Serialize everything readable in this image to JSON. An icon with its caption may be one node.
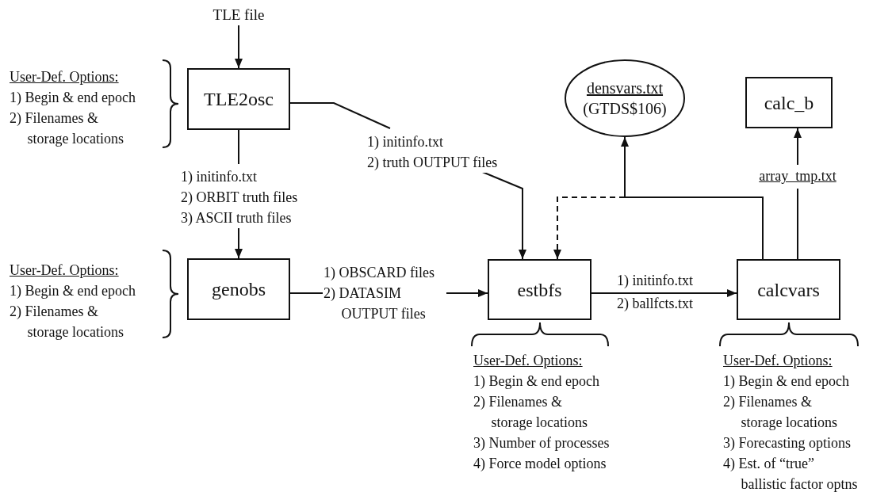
{
  "diagram": {
    "nodes": [
      {
        "text": [
          "TLE file"
        ]
      },
      {
        "text": [
          "TLE2osc"
        ],
        "beside": [
          "User-Def. Options:",
          "1) Begin & end epoch",
          "2) Filenames & storage locations"
        ]
      },
      {
        "text": [
          "genobs"
        ],
        "beside": [
          "User-Def. Options:",
          "1) Begin & end epoch",
          "2) Filenames & storage locations"
        ]
      },
      {
        "text": [
          "estbfs"
        ],
        "beside": [
          "User-Def. Options:",
          "1) Begin & end epoch",
          "2) Filenames & storage locations",
          "3) Number of processes",
          "4) Force model options"
        ]
      },
      {
        "text": [
          "calcvars"
        ],
        "beside": [
          "User-Def. Options:",
          "1) Begin & end epoch",
          "2) Filenames & storage locations",
          "3) Forecasting options",
          "4) Est. of “true” ballistic factor optns"
        ]
      },
      {
        "text": [
          "densvars.txt",
          "(GTDS$106)"
        ]
      },
      {
        "text": [
          "calc_b"
        ]
      }
    ],
    "edges": [
      {
        "from": 0,
        "to": 1,
        "arrow": "to"
      },
      {
        "from": 1,
        "to": 3,
        "arrow": "to",
        "label": "1) initinfo.txt 2) truth OUTPUT files"
      },
      {
        "from": 1,
        "to": 2,
        "arrow": "to",
        "label": "1) initinfo.txt 2) ORBIT truth files 3) ASCII truth files"
      },
      {
        "from": 2,
        "to": 3,
        "arrow": "to",
        "label": "1) OBSCARD files 2) DATASIM OUTPUT files"
      },
      {
        "from": 3,
        "to": 4,
        "arrow": "to",
        "label": "1) initinfo.txt 2) ballfcts.txt"
      },
      {
        "from": 4,
        "to": 5,
        "arrow": "to"
      },
      {
        "from": 4,
        "to": 3,
        "arrow": "to",
        "style": "dashed"
      },
      {
        "from": 4,
        "to": 6,
        "arrow": "to",
        "label": "array_tmp.txt"
      }
    ]
  }
}
